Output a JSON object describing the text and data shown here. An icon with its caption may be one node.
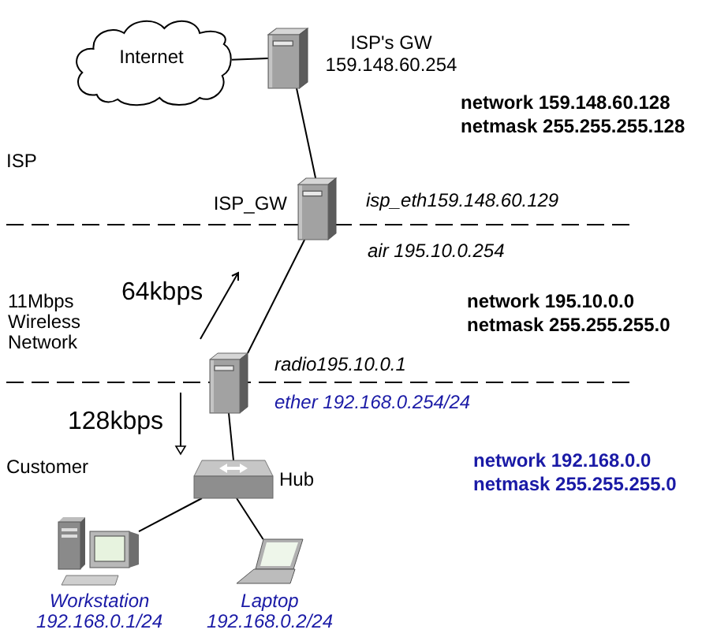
{
  "diagram": {
    "nodes": [
      {
        "text": [
          "Internet"
        ]
      },
      {
        "text": [
          "ISP's GW",
          "159.148.60.254"
        ]
      },
      {
        "text": [
          "ISP_GW"
        ],
        "beside": [
          "isp_eth159.148.60.129",
          "air 195.10.0.254"
        ]
      },
      {
        "text": [],
        "shape": "picture",
        "beside": [
          "radio195.10.0.1",
          "ether 192.168.0.254/24"
        ]
      },
      {
        "text": [
          "Hub"
        ]
      },
      {
        "text": [
          "Workstation",
          "192.168.0.1/24"
        ]
      },
      {
        "text": [
          "Laptop",
          "192.168.0.2/24"
        ]
      }
    ],
    "edges": [
      {
        "from": 0,
        "to": 1,
        "arrow": "none"
      },
      {
        "from": 1,
        "to": 2,
        "arrow": "none"
      },
      {
        "from": 2,
        "to": 3,
        "arrow": "none"
      },
      {
        "from": 3,
        "to": 4,
        "arrow": "none"
      },
      {
        "from": 4,
        "to": 5,
        "arrow": "none"
      },
      {
        "from": 4,
        "to": 6,
        "arrow": "none"
      }
    ],
    "labels": [
      "network 159.148.60.128",
      "netmask 255.255.255.128",
      "ISP",
      "11Mbps Wireless Network",
      "64kbps",
      "network 195.10.0.0",
      "netmask 255.255.255.0",
      "128kbps",
      "Customer",
      "network 192.168.0.0",
      "netmask 255.255.255.0"
    ]
  }
}
